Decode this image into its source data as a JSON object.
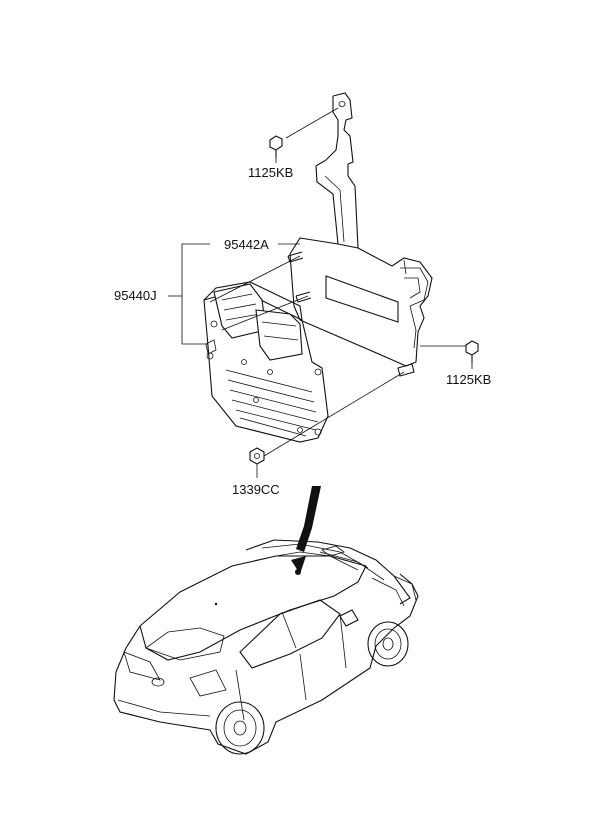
{
  "parts": {
    "bolt_upper": "1125KB",
    "bracket": "95442A",
    "ecu_assembly": "95440J",
    "bolt_right": "1125KB",
    "nut": "1339CC"
  }
}
